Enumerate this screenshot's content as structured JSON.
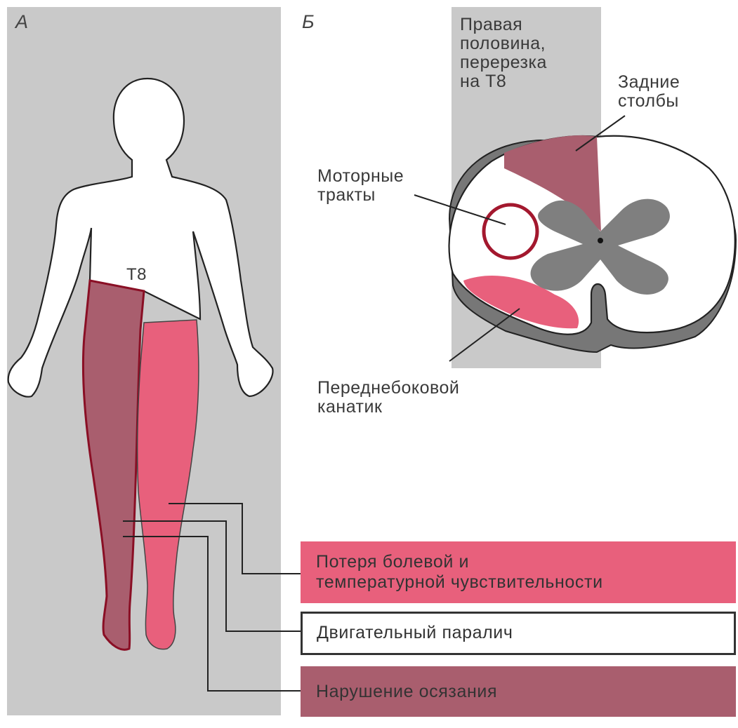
{
  "panel_a": {
    "letter": "А",
    "level_label": "Т8"
  },
  "panel_b": {
    "letter": "Б",
    "section_label": "Правая\nполовина,\nперерезка\nна Т8",
    "posterior_columns_label": "Задние\nстолбы",
    "motor_tracts_label": "Моторные\nтракты",
    "anterolateral_label": "Переднебоковой\nканатик"
  },
  "legend": [
    {
      "text": "Потеря болевой и\nтемпературной чувствительности",
      "color": "#e8607c"
    },
    {
      "text": "Двигательный паралич",
      "color": "#ffffff"
    },
    {
      "text": "Нарушение  осязания",
      "color": "#a95e6e"
    }
  ],
  "colors": {
    "background_gray": "#c9c9c9",
    "pain_temperature": "#e8607c",
    "touch": "#a95e6e",
    "motor_outline": "#a3182e",
    "gray_matter": "#7f7f7f"
  }
}
